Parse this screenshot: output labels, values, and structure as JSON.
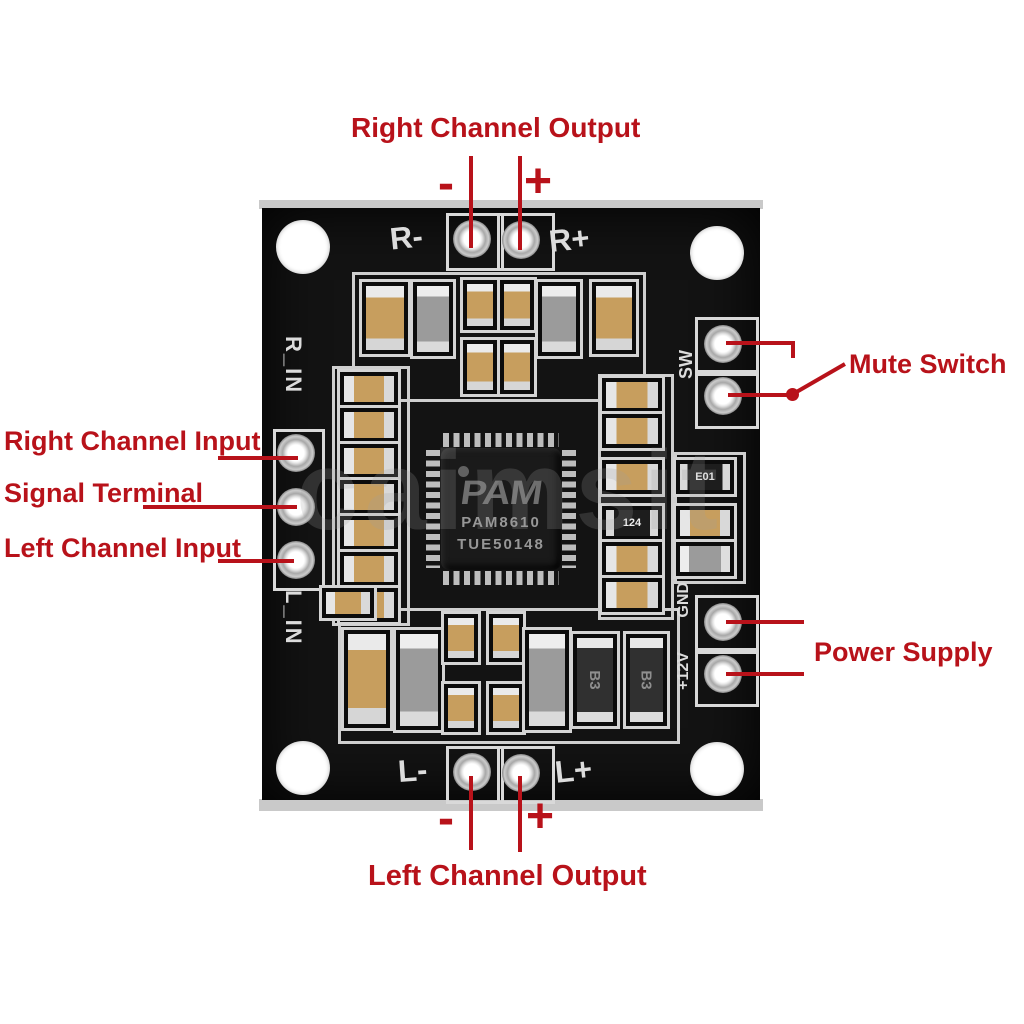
{
  "annotations": {
    "right_channel_output": {
      "label": "Right Channel Output",
      "minus": "-",
      "plus": "+"
    },
    "left_channel_output": {
      "label": "Left Channel Output",
      "minus": "-",
      "plus": "+"
    },
    "right_channel_input": "Right Channel Input",
    "signal_terminal": "Signal Terminal",
    "left_channel_input": "Left Channel Input",
    "mute_switch": "Mute Switch",
    "power_supply": "Power Supply"
  },
  "silkscreen": {
    "r_minus": "R-",
    "r_plus": "R+",
    "l_minus": "L-",
    "l_plus": "L+",
    "r_in": "R_IN",
    "l_in": "L_IN",
    "sw": "SW",
    "gnd": "GND",
    "plus_12v": "+12V"
  },
  "chip": {
    "logo": "PAM",
    "part": "PAM8610",
    "batch": "TUE50148"
  },
  "components": {
    "res_124": "124",
    "res_e01": "E01",
    "diode_b3": "B3"
  },
  "watermark": "caimsit",
  "colors": {
    "annotation_red": "#b8121a",
    "board_black": "#131313",
    "silkscreen_white": "#dcdcdc",
    "pcb_edge_grey": "#c9c9c9",
    "component_tan": "#c79e5e"
  }
}
